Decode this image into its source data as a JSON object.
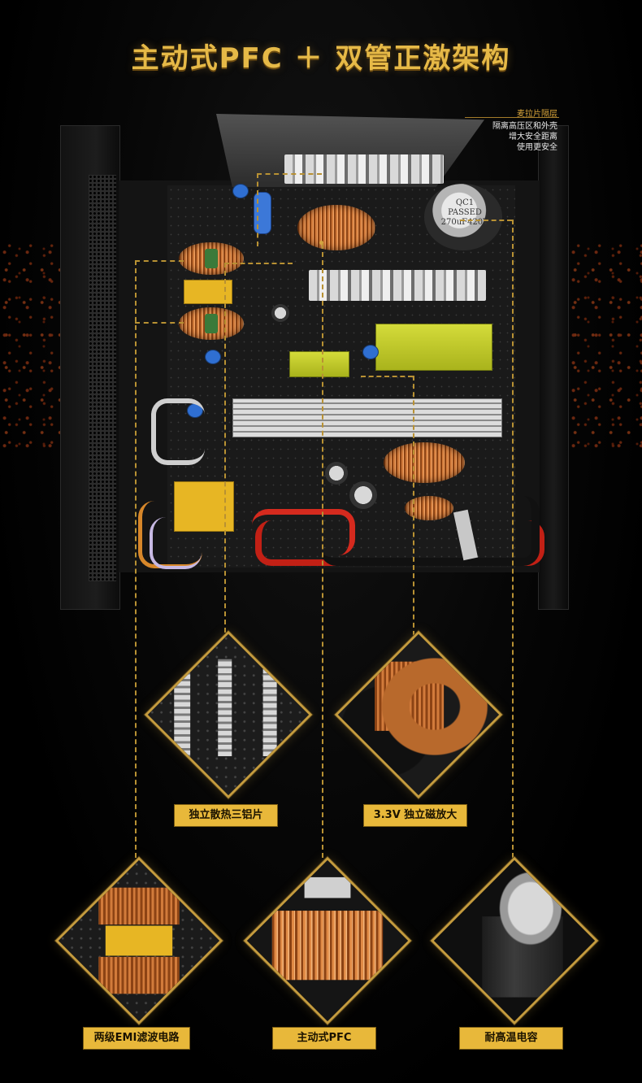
{
  "headline": "主动式PFC ＋ 双管正激架构",
  "isolation_note": {
    "heading": "麦拉片隔层",
    "lines": [
      "隔离高压区和外壳",
      "增大安全距离",
      "使用更安全"
    ]
  },
  "component_print": {
    "cap_top": "QC1",
    "cap_pass": "PASSED",
    "cap_rating": "270uF420V"
  },
  "features": [
    {
      "label": "独立散热三铝片"
    },
    {
      "label": "3.3V 独立磁放大"
    },
    {
      "label": "两级EMI滤波电路"
    },
    {
      "label": "主动式PFC"
    },
    {
      "label": "耐高温电容"
    }
  ],
  "colors": {
    "accent_gold": "#e8b83a",
    "title_gold": "#e6b947",
    "background": "#000000"
  }
}
